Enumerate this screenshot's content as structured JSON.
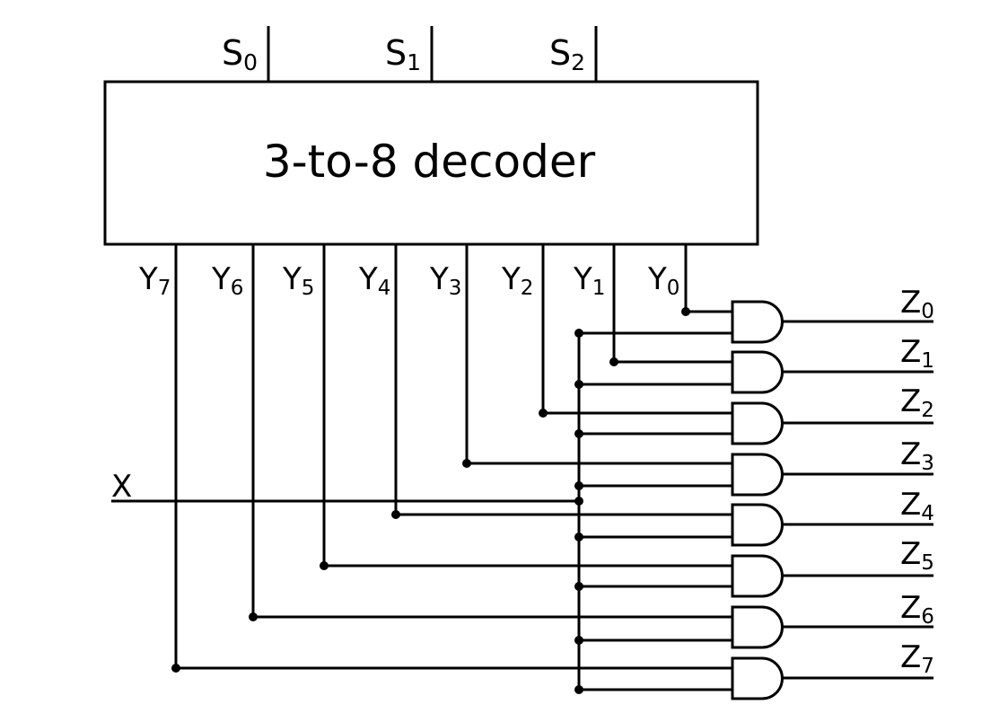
{
  "decoder": {
    "label": "3-to-8 decoder",
    "selects": [
      {
        "base": "S",
        "sub": "0"
      },
      {
        "base": "S",
        "sub": "1"
      },
      {
        "base": "S",
        "sub": "2"
      }
    ],
    "outputs": [
      {
        "base": "Y",
        "sub": "7"
      },
      {
        "base": "Y",
        "sub": "6"
      },
      {
        "base": "Y",
        "sub": "5"
      },
      {
        "base": "Y",
        "sub": "4"
      },
      {
        "base": "Y",
        "sub": "3"
      },
      {
        "base": "Y",
        "sub": "2"
      },
      {
        "base": "Y",
        "sub": "1"
      },
      {
        "base": "Y",
        "sub": "0"
      }
    ]
  },
  "input": {
    "label": "X"
  },
  "gates": [
    {
      "base": "Z",
      "sub": "0"
    },
    {
      "base": "Z",
      "sub": "1"
    },
    {
      "base": "Z",
      "sub": "2"
    },
    {
      "base": "Z",
      "sub": "3"
    },
    {
      "base": "Z",
      "sub": "4"
    },
    {
      "base": "Z",
      "sub": "5"
    },
    {
      "base": "Z",
      "sub": "6"
    },
    {
      "base": "Z",
      "sub": "7"
    }
  ]
}
